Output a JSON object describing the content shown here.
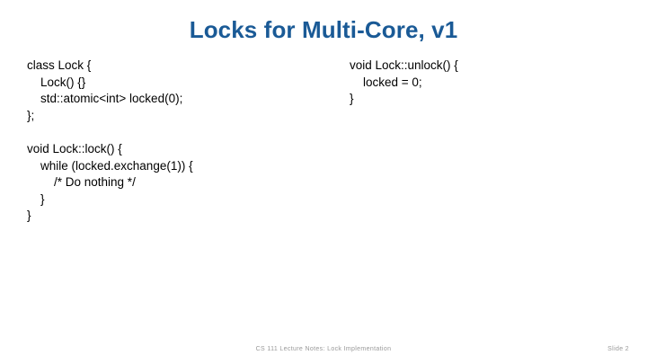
{
  "slide": {
    "title": "Locks for Multi-Core, v1",
    "title_color": "#1a5a96",
    "background_color": "#ffffff",
    "code_color": "#000000",
    "footer_color": "#999999"
  },
  "code": {
    "left_column": [
      "class Lock {",
      "    Lock() {}",
      "    std::atomic<int> locked(0);",
      "};",
      "",
      "void Lock::lock() {",
      "    while (locked.exchange(1)) {",
      "        /* Do nothing */",
      "    }",
      "}"
    ],
    "right_column": [
      "void Lock::unlock() {",
      "    locked = 0;",
      "}"
    ]
  },
  "footer": {
    "center_text": "CS 111 Lecture Notes: Lock Implementation",
    "slide_number": "Slide 2"
  }
}
